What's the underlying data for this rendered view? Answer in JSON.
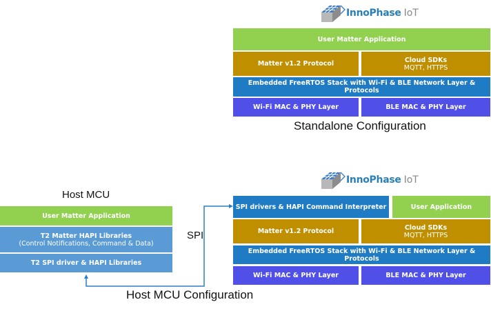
{
  "colors": {
    "application": "#92d050",
    "protocol": "#bf8f00",
    "stack": "#1f7bc4",
    "phy": "#5050e8",
    "host_lib": "#5b9bd5",
    "connector": "#2a7fc4",
    "logo_blue": "#2a7fb8"
  },
  "standalone": {
    "logo": {
      "brand": "InnoPhase",
      "suffix": "IoT"
    },
    "blocks": {
      "app": "User Matter Application",
      "matter": "Matter v1.2 Protocol",
      "cloud_title": "Cloud SDKs",
      "cloud_sub": "MQTT, HTTPS",
      "stack": "Embedded FreeRTOS Stack with Wi-Fi & BLE Network Layer & Protocols",
      "wifi": "Wi-Fi MAC & PHY Layer",
      "ble": "BLE MAC & PHY Layer"
    },
    "caption": "Standalone Configuration"
  },
  "host": {
    "title": "Host MCU",
    "blocks": {
      "app": "User Matter Application",
      "hapi_title": "T2 Matter HAPI Libraries",
      "hapi_sub": "(Control Notifications, Command & Data)",
      "spi": "T2 SPI driver & HAPI Libraries"
    },
    "link_label": "SPI"
  },
  "host_device": {
    "logo": {
      "brand": "InnoPhase",
      "suffix": "IoT"
    },
    "blocks": {
      "spi_interp": "SPI drivers & HAPI Command Interpreter",
      "user_app": "User Application",
      "matter": "Matter v1.2 Protocol",
      "cloud_title": "Cloud SDKs",
      "cloud_sub": "MQTT, HTTPS",
      "stack": "Embedded FreeRTOS Stack with Wi-Fi & BLE Network Layer & Protocols",
      "wifi": "Wi-Fi MAC & PHY Layer",
      "ble": "BLE MAC & PHY Layer"
    },
    "caption": "Host MCU Configuration"
  }
}
